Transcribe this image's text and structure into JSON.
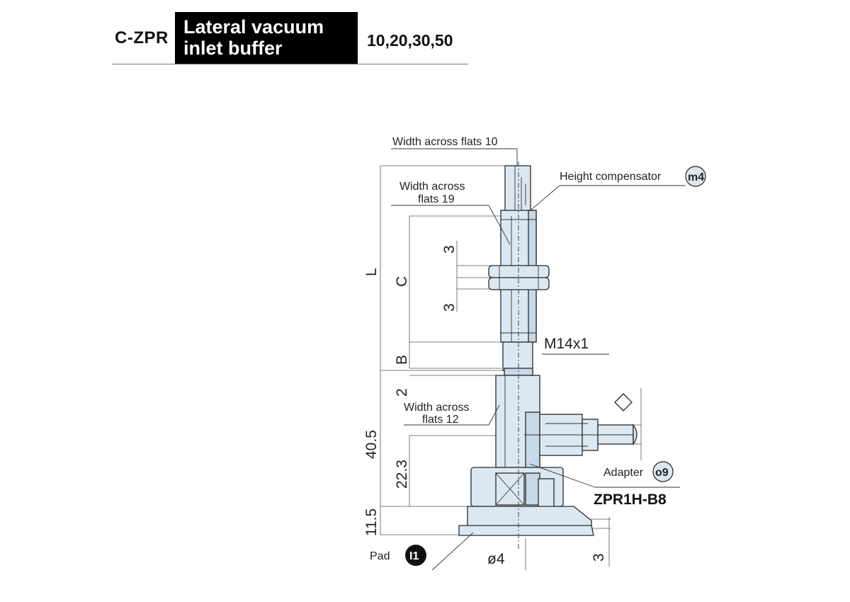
{
  "header": {
    "model_code": "C-ZPR",
    "title_line1": "Lateral vacuum",
    "title_line2": "inlet buffer",
    "sizes": "10,20,30,50"
  },
  "labels": {
    "width_flats_10": "Width across flats 10",
    "width_flats_19_l1": "Width across",
    "width_flats_19_l2": "flats 19",
    "height_comp": "Height compensator",
    "height_comp_badge": "m4",
    "thread": "M14x1",
    "width_flats_12_l1": "Width across",
    "width_flats_12_l2": "flats 12",
    "adapter": "Adapter",
    "adapter_badge": "o9",
    "adapter_model": "ZPR1H-B8",
    "pad": "Pad",
    "pad_badge": "I1",
    "dia": "ø4"
  },
  "dimensions": {
    "L": "L",
    "C": "C",
    "B": "B",
    "d3_top": "3",
    "d3_bottom": "3",
    "d2": "2",
    "d40_5": "40.5",
    "d22_3": "22.3",
    "d11_5": "11.5",
    "d3_right": "3"
  },
  "colors": {
    "part_fill": "#dbe8f2",
    "header_bg": "#000000"
  }
}
